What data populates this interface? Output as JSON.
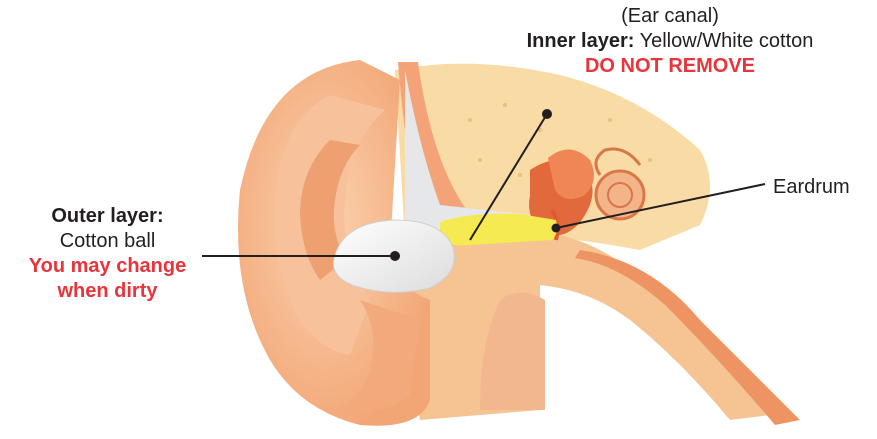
{
  "inner_label": {
    "canal": "(Ear canal)",
    "title": "Inner layer:",
    "desc": "Yellow/White cotton",
    "warning": "DO NOT REMOVE"
  },
  "outer_label": {
    "title": "Outer layer:",
    "desc": "Cotton ball",
    "note_line1": "You may change",
    "note_line2": "when dirty"
  },
  "eardrum_label": "Eardrum",
  "colors": {
    "text": "#231f20",
    "warning_red": "#e8353b",
    "skin_light": "#fbd7b5",
    "skin_mid": "#f6b587",
    "skin_dark": "#e98d5a",
    "bone": "#f9dba6",
    "canal_gray": "#e6e7e8",
    "cotton_yellow": "#f5ea52",
    "cotton_white": "#f2f2f2"
  }
}
